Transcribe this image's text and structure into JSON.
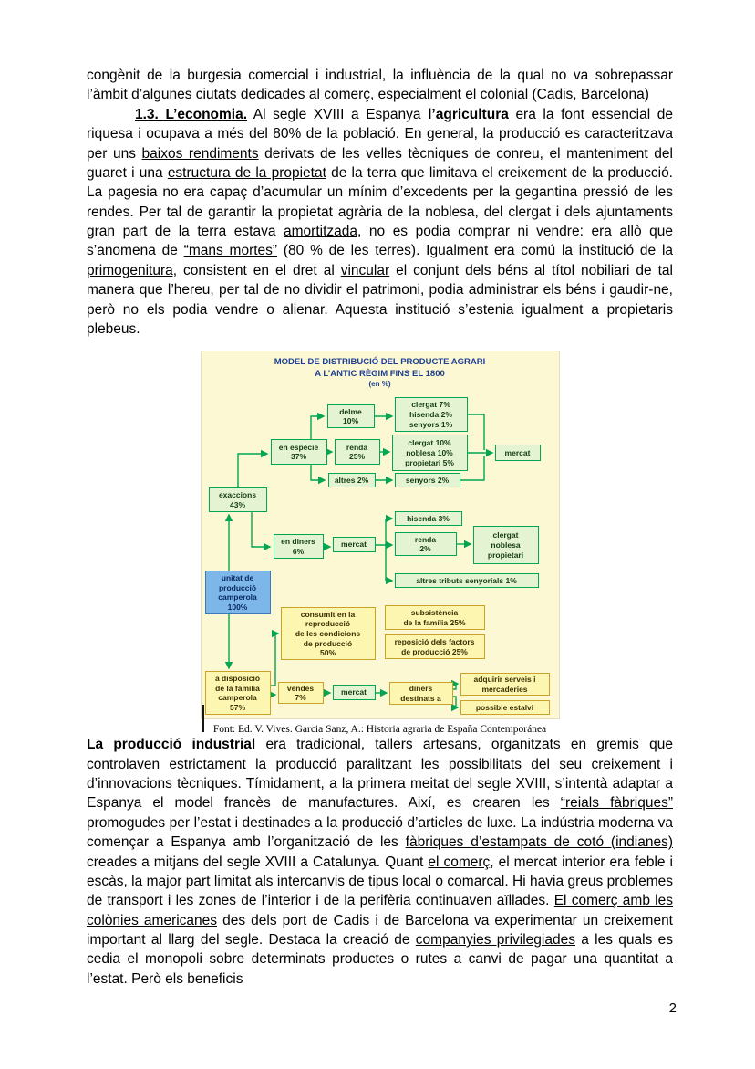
{
  "colors": {
    "accent_green": "#00a651",
    "node_green_bg": "#e4f3d2",
    "node_yellow_bg": "#fdf6b0",
    "node_yellow_border": "#c9a227",
    "node_blue_bg": "#7db6e8",
    "node_blue_border": "#3c78c0",
    "diagram_bg": "#fcf8d4",
    "title_blue": "#1c3f94"
  },
  "page": {
    "number": "2"
  },
  "p1": {
    "s1": "congènit de la burgesia comercial i industrial, la influència de la qual no va sobrepassar l’àmbit d’algunes ciutats dedicades al comerç, especialment el colonial (Cadis, Barcelona)"
  },
  "p2": {
    "s1": "1.3. L’economia.",
    "s2": " Al segle XVIII a Espanya ",
    "s3": "l’agricultura",
    "s4": " era la font essencial de riquesa i ocupava a més del 80% de la població.  En general, la producció  es caracteritzava per uns ",
    "s5": "baixos rendiments",
    "s6": " derivats de les velles tècniques de conreu, el manteniment del guaret i una ",
    "s7": "estructura de la propietat",
    "s8": " de la terra que limitava el creixement de la producció. La pagesia no era capaç d’acumular un mínim d’excedents per la gegantina pressió de les rendes. Per tal  de garantir la propietat agrària de la noblesa, del clergat i dels ajuntaments gran part de la terra estava ",
    "s9": "amortitzada",
    "s10": ", no es podia comprar ni vendre: era allò que s’anomena de ",
    "s11": "“mans mortes”",
    "s12": " (80 % de les terres). Igualment era comú la institució de la ",
    "s13": "primogenitura,",
    "s14": " consistent en el dret al ",
    "s15": "vincular",
    "s16": " el conjunt dels béns al títol nobiliari de tal manera que l’hereu, per tal de no dividir el patrimoni, podia administrar els béns i gaudir-ne, però no els podia vendre o alienar. Aquesta institució s’estenia igualment a propietaris plebeus."
  },
  "p3": {
    "s1": "La producció industrial",
    "s2": " era tradicional, tallers artesans, organitzats en gremis que controlaven estrictament la producció paralitzant les possibilitats del seu creixement i d’innovacions tècniques. Tímidament, a la primera meitat del segle XVIII, s’intentà adaptar a Espanya el model francès de manufactures. Així, es crearen les ",
    "s3": "“reials fàbriques”",
    "s4": " promogudes per l’estat i destinades a la producció d’articles de luxe. La indústria moderna va començar a Espanya amb l’organització de les ",
    "s5": "fàbriques d’estampats de cotó (indianes)",
    "s6": " creades a mitjans del segle XVIII a Catalunya. Quant ",
    "s7": "el comerç",
    "s8": ", el mercat interior era feble i escàs, la major part limitat als intercanvis de tipus local o comarcal. Hi havia greus problemes de transport i les zones de l’interior i de la perifèria continuaven aïllades. ",
    "s9": "El comerç amb les colònies americanes",
    "s10": " des dels port de Cadis i de Barcelona va experimentar un creixement important al llarg del segle. Destaca la creació de ",
    "s11": "companyies privilegiades",
    "s12": " a les quals es cedia el monopoli sobre determinats productes o rutes a canvi de pagar una quantitat a l’estat. Però els beneficis"
  },
  "diagram": {
    "title1": "MODEL DE DISTRIBUCIÓ DEL PRODUCTE AGRARI",
    "title2": "A L’ANTIC RÈGIM FINS EL 1800",
    "title3": "(en %)",
    "caption": "Font: Ed. V. Vives. Garcia Sanz, A.: Historia agraria de España Contemporánea",
    "nodes": {
      "delme": "delme\n10%",
      "delme_dest": "clergat 7%\nhisenda 2%\nsenyors 1%",
      "en_especie": "en espècie\n37%",
      "renda25": "renda\n25%",
      "renda25_dest": "clergat 10%\nnoblesa 10%\npropietari 5%",
      "mercat1": "mercat",
      "altres2": "altres 2%",
      "senyors2": "senyors 2%",
      "exaccions": "exaccions\n43%",
      "hisenda3": "hisenda 3%",
      "en_diners": "en diners\n6%",
      "mercat2": "mercat",
      "renda2": "renda\n2%",
      "renda2_dest": "clergat\nnoblesa\npropietari",
      "unitat": "unitat de\nproducció\ncamperola\n100%",
      "altres_tributs": "altres tributs senyorials 1%",
      "consumit": "consumit en la\nreproducció\nde les condicions\nde producció\n50%",
      "subsistencia": "subsistència\nde la família 25%",
      "reposicio": "reposició dels factors\nde producció 25%",
      "a_disposicio": "a disposició\nde la família\ncamperola\n57%",
      "vendes": "vendes\n7%",
      "mercat3": "mercat",
      "diners_destinats": "diners\ndestinats a",
      "adquirir": "adquirir serveis i\nmercaderies",
      "estalvi": "possible estalvi"
    }
  }
}
